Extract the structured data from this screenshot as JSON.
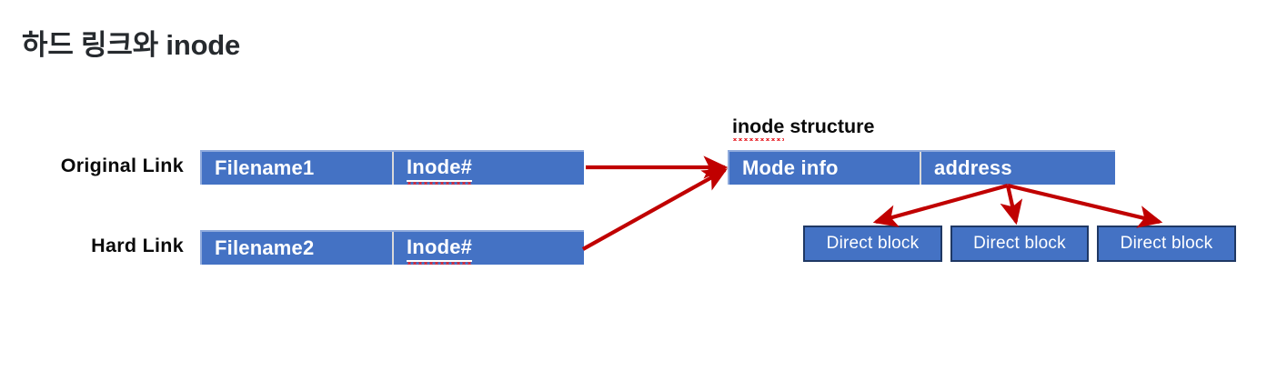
{
  "slide": {
    "title": "하드 링크와 inode",
    "background_color": "#ffffff"
  },
  "colors": {
    "box_fill": "#4472c4",
    "box_border_light": "#8faadc",
    "box_border_dark": "#1f3864",
    "arrow": "#c00000",
    "text_dark": "#0a0a0a",
    "text_light": "#ffffff",
    "spellcheck_squiggle": "#e8232a"
  },
  "diagram": {
    "caption": {
      "spell_word": "inode",
      "rest": " structure"
    },
    "rows": [
      {
        "label": "Original Link",
        "cells": [
          {
            "text": "Filename1"
          },
          {
            "text": "Inode#"
          }
        ]
      },
      {
        "label": "Hard Link",
        "cells": [
          {
            "text": "Filename2"
          },
          {
            "text": "Inode#"
          }
        ]
      }
    ],
    "inode_structure": {
      "cells": [
        {
          "text": "Mode info"
        },
        {
          "text": "address"
        }
      ]
    },
    "direct_blocks": [
      {
        "text": "Direct block"
      },
      {
        "text": "Direct block"
      },
      {
        "text": "Direct block"
      }
    ]
  }
}
